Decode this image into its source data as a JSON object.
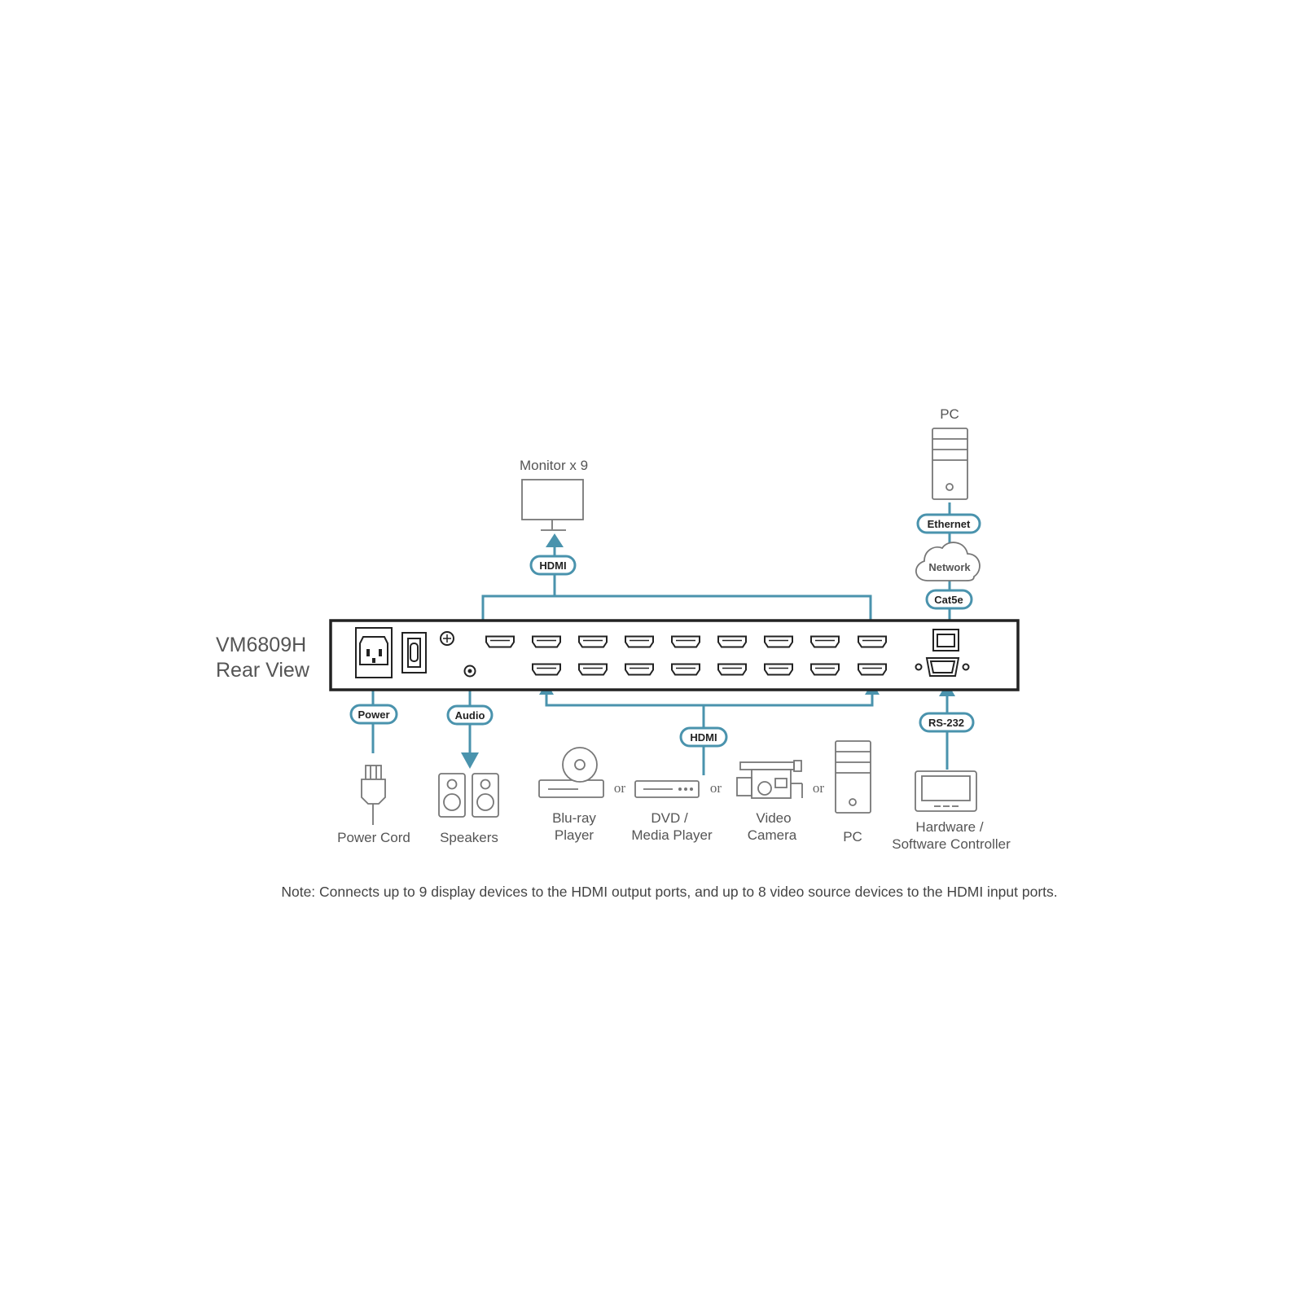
{
  "device": {
    "model": "VM6809H",
    "view": "Rear View"
  },
  "top_devices": {
    "monitor_label": "Monitor x 9",
    "pc_label": "PC"
  },
  "connectors": {
    "hdmi_out": "HDMI",
    "hdmi_in": "HDMI",
    "ethernet": "Ethernet",
    "network": "Network",
    "cat5e": "Cat5e",
    "power": "Power",
    "audio": "Audio",
    "rs232": "RS-232"
  },
  "bottom_devices": {
    "power_cord": "Power Cord",
    "speakers": "Speakers",
    "bluray_line1": "Blu-ray",
    "bluray_line2": "Player",
    "dvd_line1": "DVD /",
    "dvd_line2": "Media Player",
    "camera_line1": "Video",
    "camera_line2": "Camera",
    "pc": "PC",
    "controller_line1": "Hardware /",
    "controller_line2": "Software Controller",
    "or": "or"
  },
  "note": "Note: Connects up to 9 display devices to the HDMI output ports, and up to 8 video source devices to the HDMI input ports.",
  "colors": {
    "wire": "#4a93ad",
    "device_outline": "#777777",
    "chassis": "#222222"
  },
  "icons": [
    "monitor-icon",
    "pc-tower-icon",
    "cloud-icon",
    "power-plug-icon",
    "speakers-icon",
    "disc-player-icon",
    "media-player-icon",
    "video-camera-icon",
    "controller-panel-icon"
  ]
}
